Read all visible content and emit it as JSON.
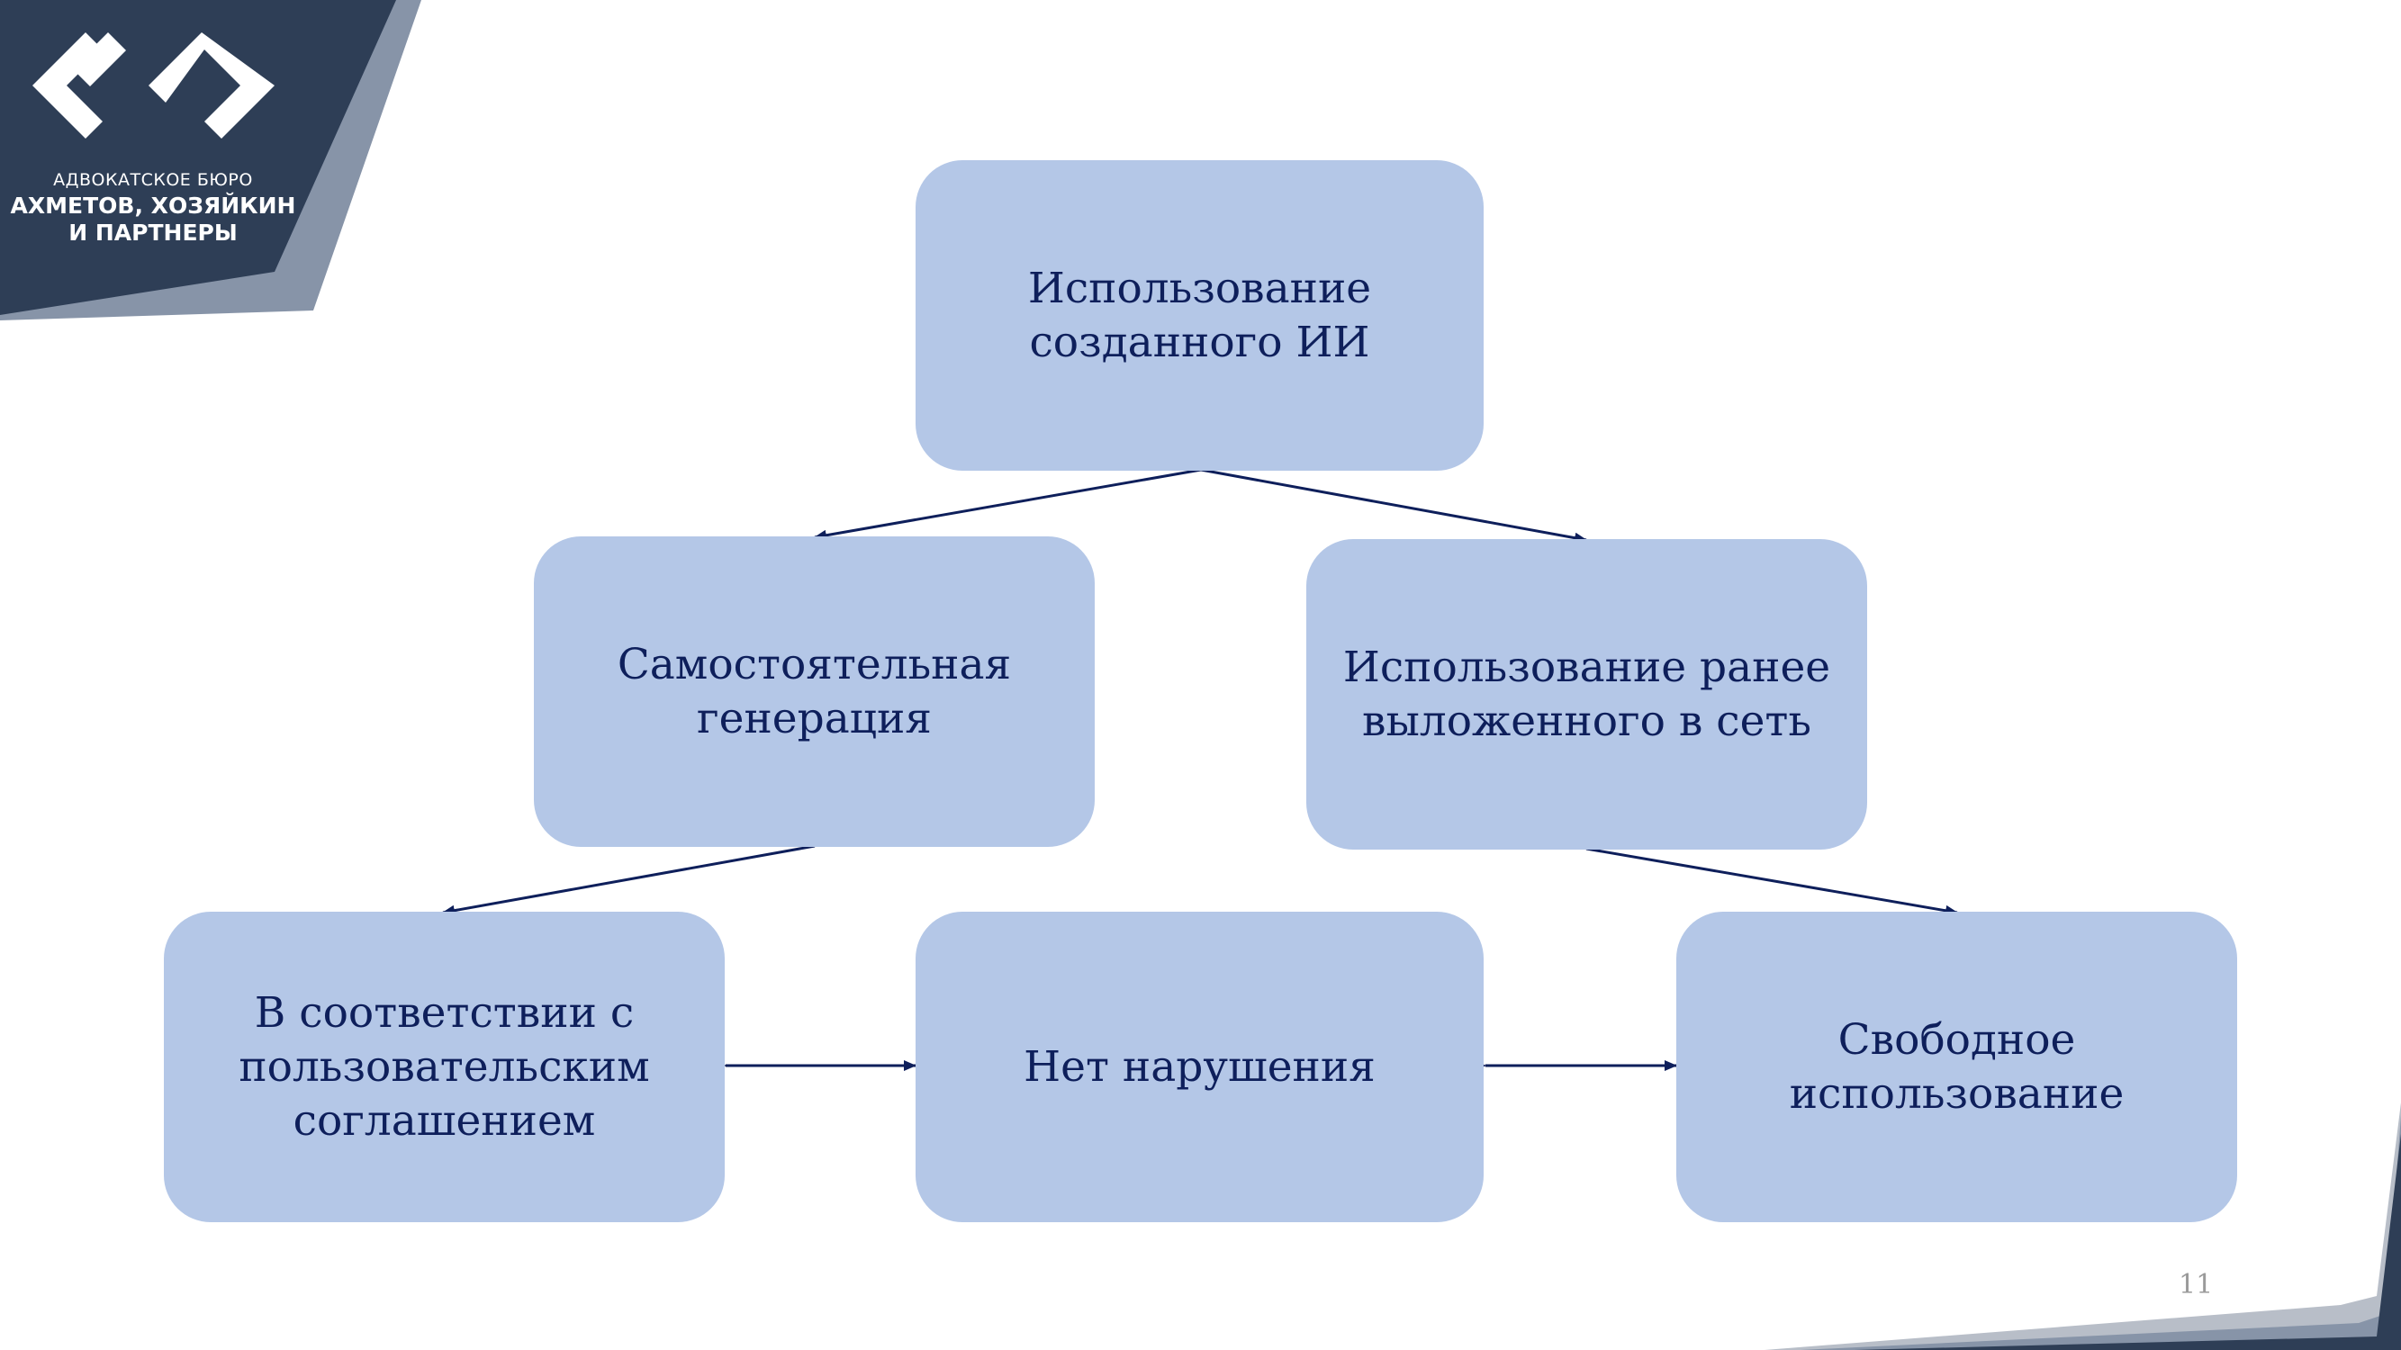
{
  "logo": {
    "line1": "АДВОКАТСКОЕ БЮРО",
    "line2": "АХМЕТОВ, ХОЗЯЙКИН",
    "line3": "И ПАРТНЕРЫ",
    "colors": {
      "dark": "#2e3e56",
      "light": "#8794a8"
    }
  },
  "diagram": {
    "box_color": "#b4c7e7",
    "text_color": "#0e1f5b",
    "arrow_color": "#0e1f5b",
    "nodes": {
      "root": "Использование\nсозданного ИИ",
      "self_generation": "Самостоятельная\nгенерация",
      "previously_posted": "Использование ранее\nвыложенного в сеть",
      "user_agreement": "В соответствии с\nпользовательским\nсоглашением",
      "no_violation": "Нет нарушения",
      "free_use": "Свободное\nиспользование"
    }
  },
  "page_number": "11"
}
